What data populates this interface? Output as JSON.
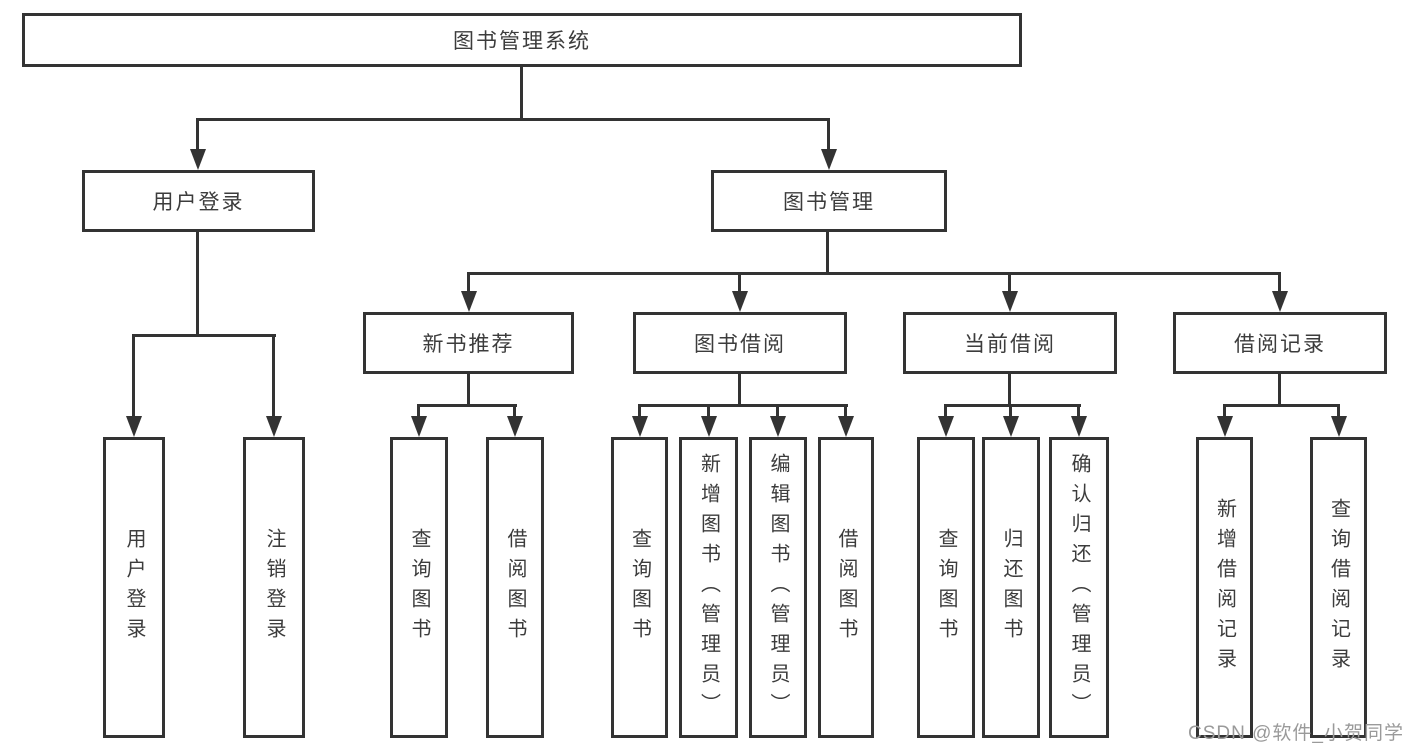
{
  "colors": {
    "line": "#333333",
    "text": "#3c3c3c",
    "background": "#ffffff",
    "watermark": "#9a9a9a"
  },
  "tree": {
    "root": {
      "label": "图书管理系统",
      "children": [
        {
          "label": "用户登录",
          "children": [
            {
              "label": "用户登录"
            },
            {
              "label": "注销登录"
            }
          ]
        },
        {
          "label": "图书管理",
          "children": [
            {
              "label": "新书推荐",
              "children": [
                {
                  "label": "查询图书"
                },
                {
                  "label": "借阅图书"
                }
              ]
            },
            {
              "label": "图书借阅",
              "children": [
                {
                  "label": "查询图书"
                },
                {
                  "label": "新增图书（管理员）"
                },
                {
                  "label": "编辑图书（管理员）"
                },
                {
                  "label": "借阅图书"
                }
              ]
            },
            {
              "label": "当前借阅",
              "children": [
                {
                  "label": "查询图书"
                },
                {
                  "label": "归还图书"
                },
                {
                  "label": "确认归还（管理员）"
                }
              ]
            },
            {
              "label": "借阅记录",
              "children": [
                {
                  "label": "新增借阅记录"
                },
                {
                  "label": "查询借阅记录"
                }
              ]
            }
          ]
        }
      ]
    }
  },
  "watermark": {
    "text": "CSDN @软件_小贺同学"
  }
}
